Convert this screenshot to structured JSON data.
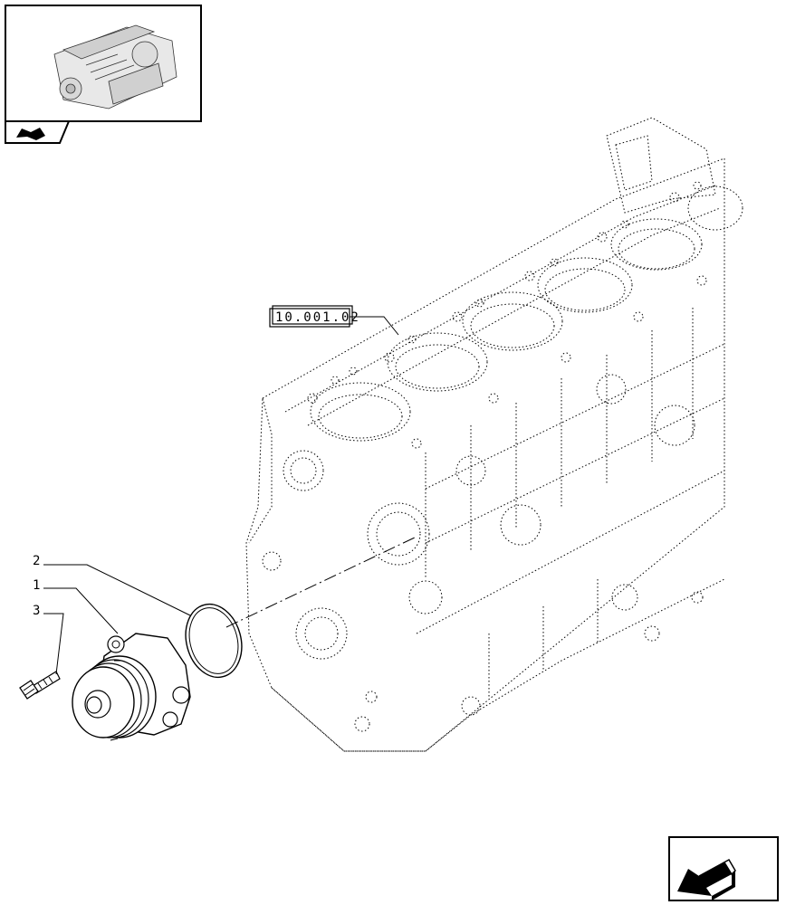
{
  "reference_box": {
    "label": "10.001.02"
  },
  "callouts": [
    {
      "num": "2"
    },
    {
      "num": "1"
    },
    {
      "num": "3"
    }
  ],
  "icons": {
    "thumbnail": "engine-thumbnail-icon",
    "book": "book-arrow-icon",
    "nav": "previous-page-arrow-icon"
  }
}
